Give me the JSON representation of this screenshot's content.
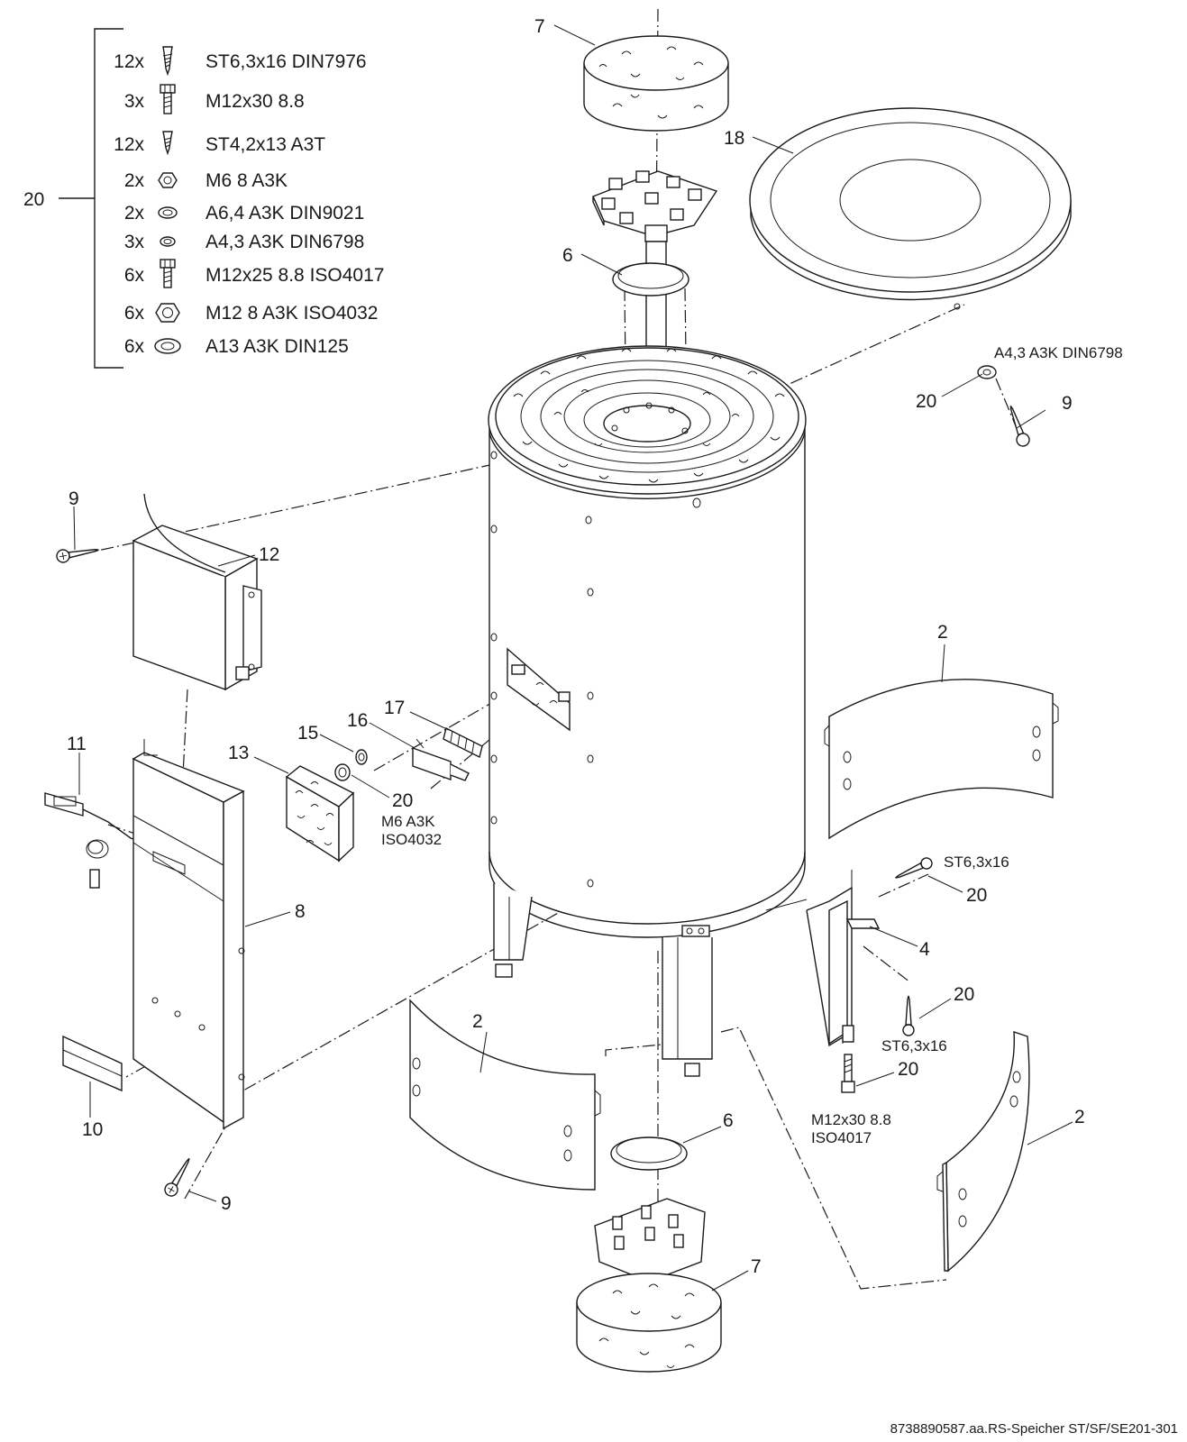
{
  "hardware_kit": {
    "ref": "20",
    "rows": [
      {
        "qty": "12x",
        "icon": "tapping-screw-icon",
        "text": "ST6,3x16 DIN7976"
      },
      {
        "qty": "3x",
        "icon": "hex-bolt-icon",
        "text": "M12x30 8.8"
      },
      {
        "qty": "12x",
        "icon": "tapping-screw-icon",
        "text": "ST4,2x13 A3T"
      },
      {
        "qty": "2x",
        "icon": "hex-nut-icon",
        "text": "M6 8 A3K"
      },
      {
        "qty": "2x",
        "icon": "washer-icon",
        "text": "A6,4 A3K DIN9021"
      },
      {
        "qty": "3x",
        "icon": "washer-icon",
        "text": "A4,3 A3K DIN6798"
      },
      {
        "qty": "6x",
        "icon": "hex-bolt-icon",
        "text": "M12x25 8.8 ISO4017"
      },
      {
        "qty": "6x",
        "icon": "hex-nut-icon",
        "text": "M12 8 A3K ISO4032"
      },
      {
        "qty": "6x",
        "icon": "washer-icon",
        "text": "A13 A3K DIN125"
      }
    ]
  },
  "callouts": {
    "top_insulation": "7",
    "lid": "18",
    "top_gasket": "6",
    "lid_washer_spec": "A4,3 A3K DIN6798",
    "lid_washer": "20",
    "lid_screw": "9",
    "left_screw_top": "9",
    "control_box": "12",
    "sensor": "11",
    "probe_insulation": "13",
    "nut_washer": "15",
    "sensor_clip": "16",
    "sensor_holder": "17",
    "nut": "20",
    "nut_spec_line1": "M6 A3K",
    "nut_spec_line2": "ISO4032",
    "front_panel": "8",
    "label_plate": "10",
    "left_screw_bottom": "9",
    "right_upper_shell": "2",
    "screw_st63_top_spec": "ST6,3x16",
    "screw_st63_top": "20",
    "foot_bracket": "4",
    "screw_st63_bottom": "20",
    "screw_st63_bottom_spec": "ST6,3x16",
    "foot_bolt": "20",
    "foot_bolt_spec_line1": "M12x30 8.8",
    "foot_bolt_spec_line2": "ISO4017",
    "front_lower_shell": "2",
    "bottom_gasket": "6",
    "right_lower_shell": "2",
    "bottom_insulation": "7"
  },
  "footer": "8738890587.aa.RS-Speicher ST/SF/SE201-301"
}
